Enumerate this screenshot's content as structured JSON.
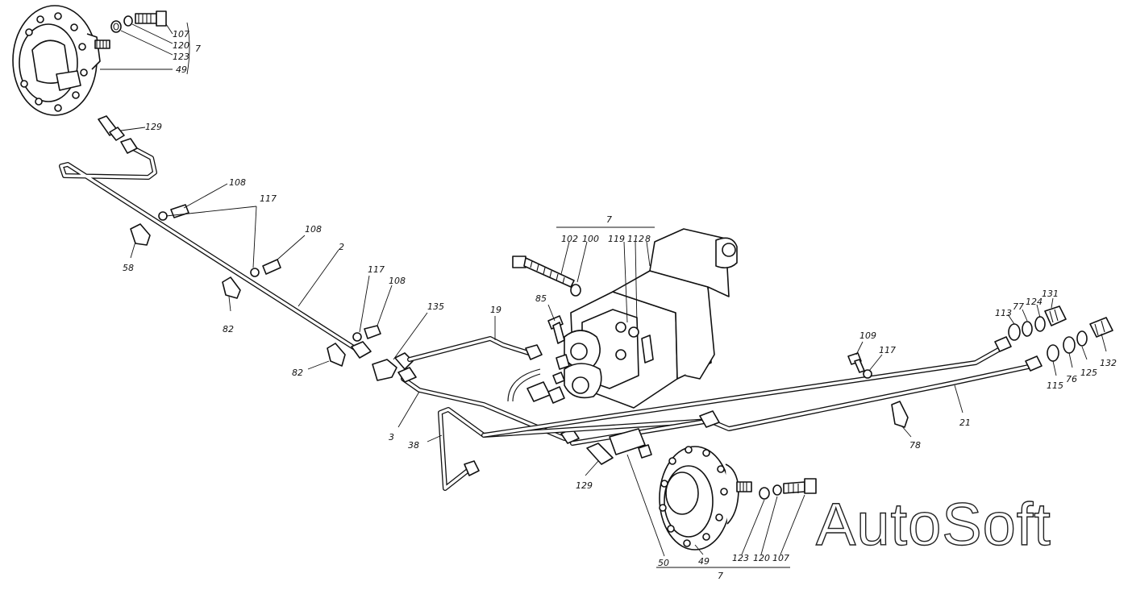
{
  "watermark": "AutoSoft",
  "labels": {
    "l107a": "107",
    "l120a": "120",
    "l123a": "123",
    "l49a": "49",
    "l7a": "7",
    "l129a": "129",
    "l108a": "108",
    "l117a": "117",
    "l108b": "108",
    "l2": "2",
    "l58": "58",
    "l82a": "82",
    "l82b": "82",
    "l117b": "117",
    "l108c": "108",
    "l135": "135",
    "l19": "19",
    "l7b": "7",
    "l102": "102",
    "l100": "100",
    "l119": "119",
    "l112": "112",
    "l8": "8",
    "l85": "85",
    "l113": "113",
    "l77": "77",
    "l124": "124",
    "l131": "131",
    "l115": "115",
    "l76": "76",
    "l125": "125",
    "l132": "132",
    "l109": "109",
    "l117c": "117",
    "l78": "78",
    "l21": "21",
    "l3": "3",
    "l38": "38",
    "l129b": "129",
    "l50": "50",
    "l49b": "49",
    "l123b": "123",
    "l120b": "120",
    "l107b": "107",
    "l7c": "7"
  }
}
